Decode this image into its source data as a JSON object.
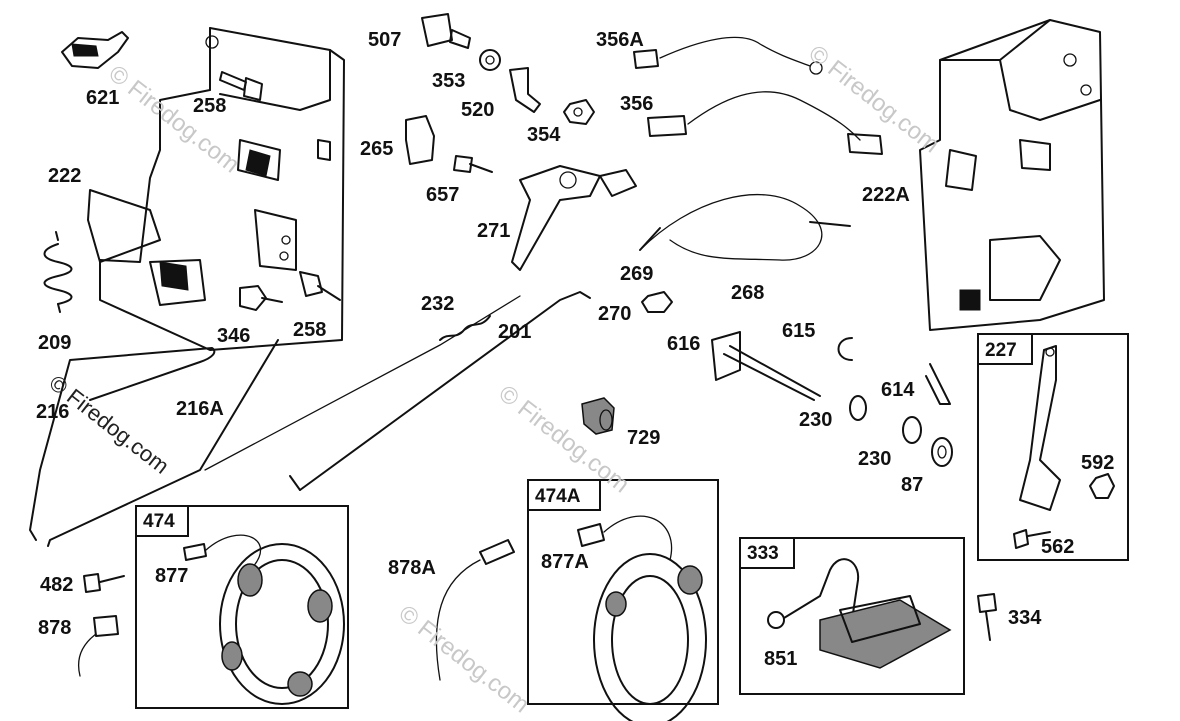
{
  "watermark": "© Firedog.com",
  "labels": {
    "p621": "621",
    "p258a": "258",
    "p222": "222",
    "p209": "209",
    "p216": "216",
    "p216A": "216A",
    "p346": "346",
    "p258b": "258",
    "p507": "507",
    "p353": "353",
    "p520": "520",
    "p354": "354",
    "p265": "265",
    "p657": "657",
    "p271": "271",
    "p356A": "356A",
    "p356": "356",
    "p222A": "222A",
    "p232": "232",
    "p201": "201",
    "p269": "269",
    "p270": "270",
    "p268": "268",
    "p616": "616",
    "p615": "615",
    "p614": "614",
    "p230a": "230",
    "p230b": "230",
    "p87": "87",
    "p729": "729",
    "p474": "474",
    "p877": "877",
    "p482": "482",
    "p878": "878",
    "p878A": "878A",
    "p474A": "474A",
    "p877A": "877A",
    "p333": "333",
    "p851": "851",
    "p334": "334",
    "p227": "227",
    "p592": "592",
    "p562": "562"
  }
}
